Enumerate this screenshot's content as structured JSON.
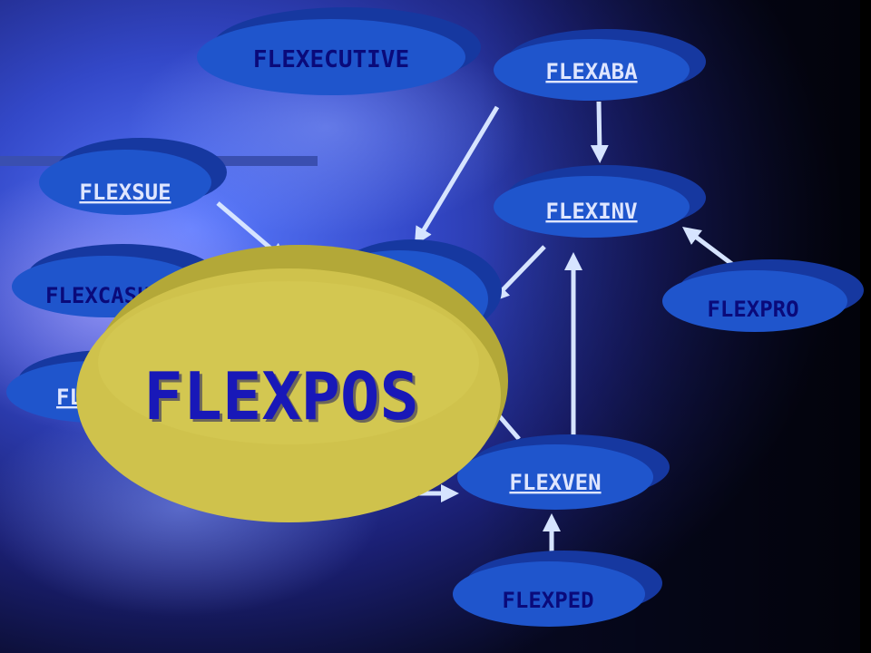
{
  "nodes": {
    "flexecutive": {
      "label": "FLEXECUTIVE",
      "link": false
    },
    "flexaba": {
      "label": "FLEXABA",
      "link": true
    },
    "flexsue": {
      "label": "FLEXSUE",
      "link": true
    },
    "flexinv": {
      "label": "FLEXINV",
      "link": true
    },
    "flexcash": {
      "label": "FLEXCASH",
      "link": false
    },
    "flexpro": {
      "label": "FLEXPRO",
      "link": false
    },
    "flexven": {
      "label": "FLEXVEN",
      "link": true
    },
    "flexped": {
      "label": "FLEXPED",
      "link": false
    },
    "hidden_left": {
      "label": "FL",
      "link": true
    },
    "flexpos": {
      "label": "FLEXPOS",
      "link": false
    }
  },
  "colors": {
    "node_fill": "#1f55cc",
    "node_shadow": "#1638a0",
    "node_text": "#0a0a7a",
    "link_text": "#dfe6ff",
    "arrow": "#d6e4ff",
    "focus_fill": "#cfc24c",
    "focus_text": "#1818b8",
    "bar": "#3a4fb0"
  }
}
